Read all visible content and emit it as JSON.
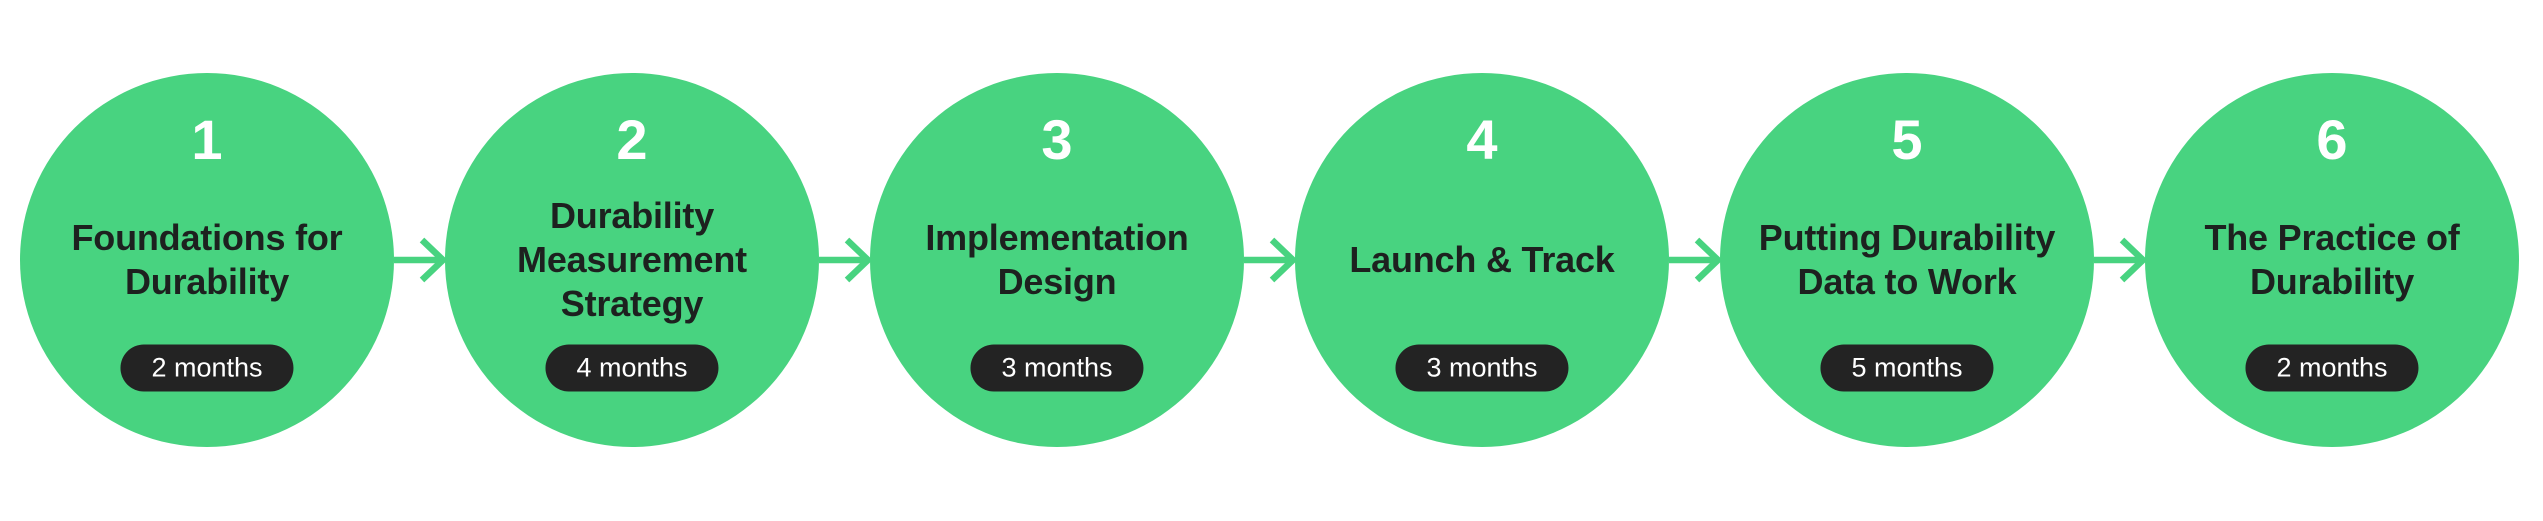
{
  "diagram": {
    "type": "process-flow",
    "colors": {
      "background": "#ffffff",
      "circle": "#48d380",
      "arrow": "#48d380",
      "number_text": "#ffffff",
      "title_text": "#1d211f",
      "badge_background": "#232323",
      "badge_text": "#ffffff"
    },
    "steps": [
      {
        "number": "1",
        "title": "Foundations for Durability",
        "title_lines": [
          "Foundations for",
          "Durability"
        ],
        "duration": "2 months"
      },
      {
        "number": "2",
        "title": "Durability Measurement Strategy",
        "title_lines": [
          "Durability",
          "Measurement",
          "Strategy"
        ],
        "duration": "4 months"
      },
      {
        "number": "3",
        "title": "Implementation Design",
        "title_lines": [
          "Implementation",
          "Design"
        ],
        "duration": "3 months"
      },
      {
        "number": "4",
        "title": "Launch & Track",
        "title_lines": [
          "Launch & Track"
        ],
        "duration": "3 months"
      },
      {
        "number": "5",
        "title": "Putting Durability Data to Work",
        "title_lines": [
          "Putting Durability",
          "Data to Work"
        ],
        "duration": "5 months"
      },
      {
        "number": "6",
        "title": "The Practice of Durability",
        "title_lines": [
          "The Practice of",
          "Durability"
        ],
        "duration": "2 months"
      }
    ]
  }
}
